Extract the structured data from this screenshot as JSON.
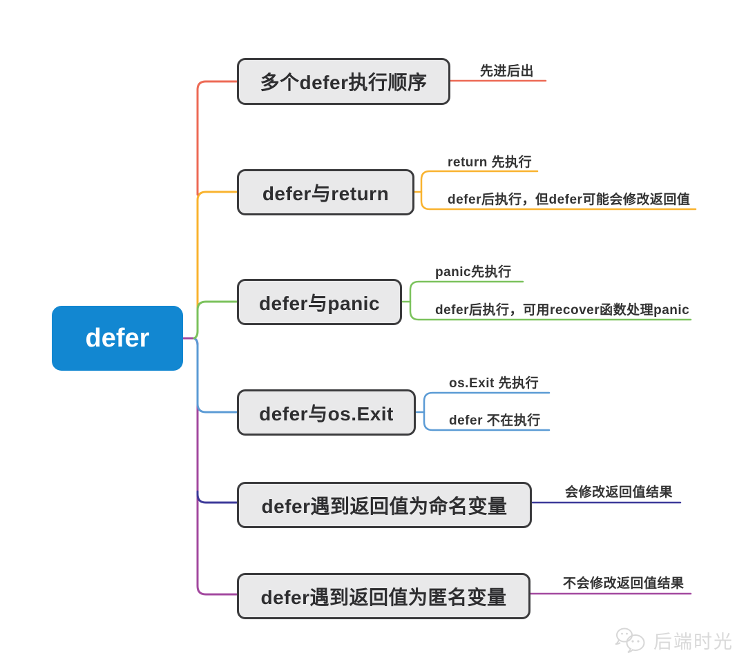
{
  "root": {
    "label": "defer",
    "color": "#1287d1",
    "text_color": "#ffffff"
  },
  "node_style": {
    "fill": "#e9e9ea",
    "border": "#3b3b3d",
    "text": "#2e2e30"
  },
  "branches": [
    {
      "label": "多个defer执行顺序",
      "color": "#ed6a55",
      "leaves": [
        "先进后出"
      ]
    },
    {
      "label": "defer与return",
      "color": "#f9b32f",
      "leaves": [
        "return 先执行",
        "defer后执行，但defer可能会修改返回值"
      ]
    },
    {
      "label": "defer与panic",
      "color": "#7bc25c",
      "leaves": [
        "panic先执行",
        "defer后执行，可用recover函数处理panic"
      ]
    },
    {
      "label": "defer与os.Exit",
      "color": "#5b9bd5",
      "leaves": [
        "os.Exit 先执行",
        "defer 不在执行"
      ]
    },
    {
      "label": "defer遇到返回值为命名变量",
      "color": "#3d3a99",
      "leaves": [
        "会修改返回值结果"
      ]
    },
    {
      "label": "defer遇到返回值为匿名变量",
      "color": "#a3499f",
      "leaves": [
        "不会修改返回值结果"
      ]
    }
  ],
  "watermark": {
    "text": "后端时光"
  }
}
